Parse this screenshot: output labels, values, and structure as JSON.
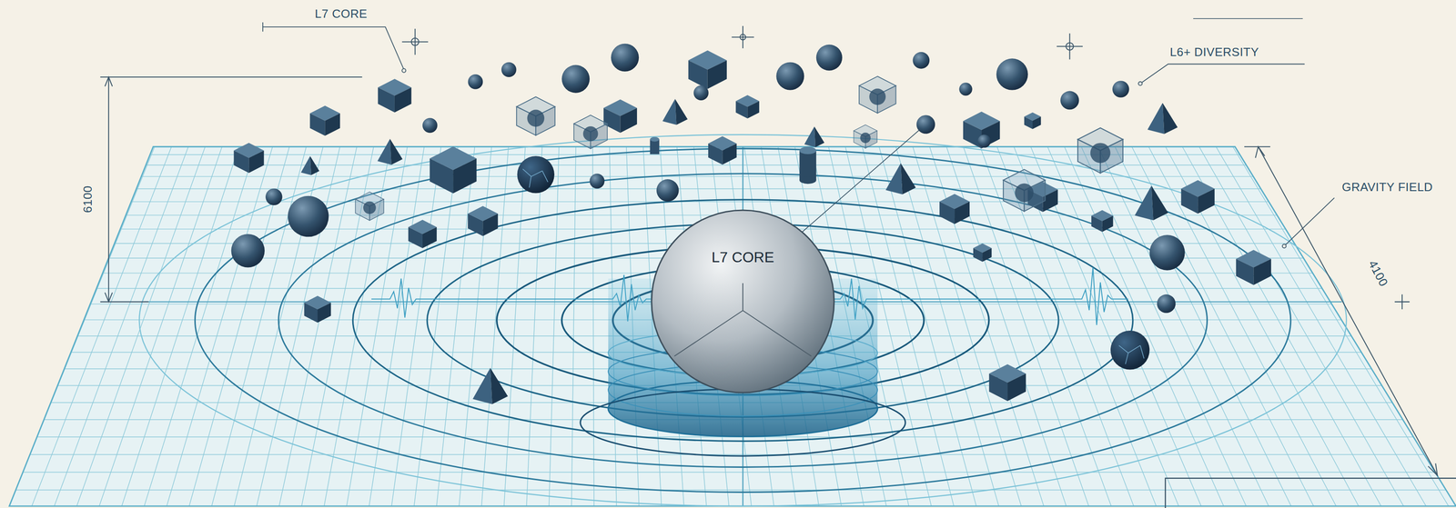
{
  "diagram": {
    "nodes": [
      {
        "text": [
          "L7 CORE"
        ]
      }
    ],
    "labels": [
      "L7 CORE",
      "L6+ DIVERSITY",
      "GRAVITY FIELD",
      "6100",
      "4100"
    ]
  }
}
